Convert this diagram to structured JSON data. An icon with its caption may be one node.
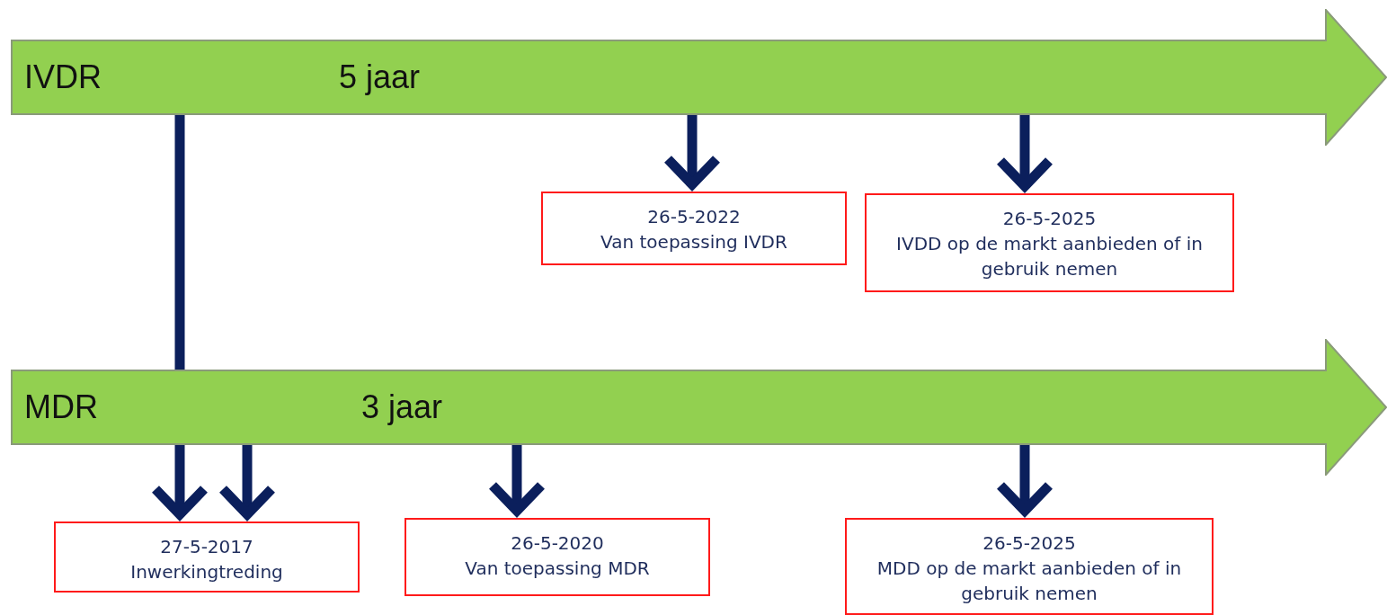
{
  "diagram": {
    "nodes": [
      {
        "text": [
          "IVDR",
          "5 jaar"
        ]
      },
      {
        "text": [
          "26-5-2022",
          "Van toepassing IVDR"
        ]
      },
      {
        "text": [
          "26-5-2025",
          "IVDD op de markt aanbieden of in gebruik nemen"
        ]
      },
      {
        "text": [
          "MDR",
          "3 jaar"
        ]
      },
      {
        "text": [
          "27-5-2017",
          "Inwerkingtreding"
        ]
      },
      {
        "text": [
          "26-5-2020",
          "Van toepassing MDR"
        ]
      },
      {
        "text": [
          "26-5-2025",
          "MDD op de markt aanbieden of in gebruik nemen"
        ]
      }
    ],
    "edges": [
      {
        "from": 0,
        "to": 3,
        "arrow": "none"
      },
      {
        "from": 0,
        "to": 1,
        "arrow": "to"
      },
      {
        "from": 0,
        "to": 2,
        "arrow": "to"
      },
      {
        "from": 3,
        "to": 4,
        "arrow": "to"
      },
      {
        "from": 3,
        "to": 4,
        "arrow": "to"
      },
      {
        "from": 3,
        "to": 5,
        "arrow": "to"
      },
      {
        "from": 3,
        "to": 6,
        "arrow": "to"
      }
    ]
  }
}
